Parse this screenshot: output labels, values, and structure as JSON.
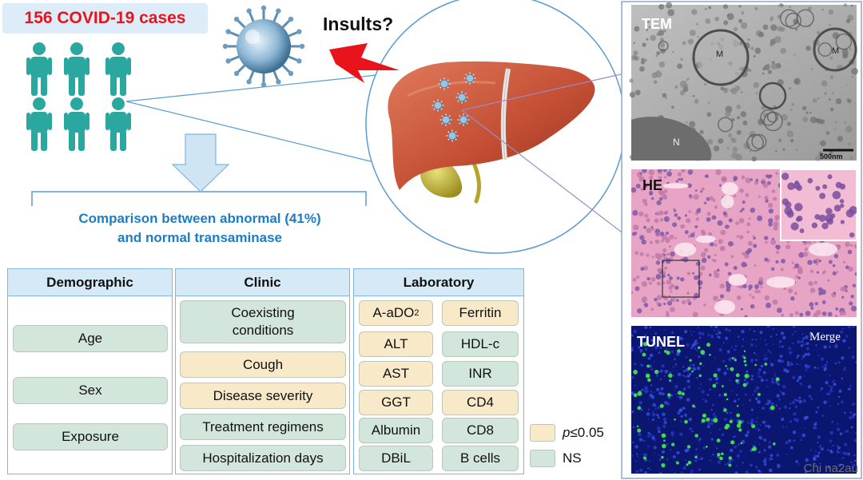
{
  "header": {
    "title": "156 COVID-19 cases",
    "question": "Insults?"
  },
  "comparison": {
    "line1": "Comparison between abnormal (41%)",
    "line2": "and normal transaminase"
  },
  "panels": {
    "demographic": {
      "title": "Demographic",
      "items": [
        {
          "label": "Age",
          "status": "ns"
        },
        {
          "label": "Sex",
          "status": "ns"
        },
        {
          "label": "Exposure",
          "status": "ns"
        }
      ]
    },
    "clinic": {
      "title": "Clinic",
      "items": [
        {
          "label": "Coexisting conditions",
          "status": "ns"
        },
        {
          "label": "Cough",
          "status": "sig"
        },
        {
          "label": "Disease severity",
          "status": "sig"
        },
        {
          "label": "Treatment regimens",
          "status": "ns"
        },
        {
          "label": "Hospitalization days",
          "status": "ns"
        }
      ]
    },
    "laboratory": {
      "title": "Laboratory",
      "left": [
        {
          "label": "A-aDO",
          "sub": "2",
          "status": "sig"
        },
        {
          "label": "ALT",
          "status": "sig"
        },
        {
          "label": "AST",
          "status": "sig"
        },
        {
          "label": "GGT",
          "status": "sig"
        },
        {
          "label": "Albumin",
          "status": "ns"
        },
        {
          "label": "DBiL",
          "status": "ns"
        }
      ],
      "right": [
        {
          "label": "Ferritin",
          "status": "sig"
        },
        {
          "label": "HDL-c",
          "status": "ns"
        },
        {
          "label": "INR",
          "status": "ns"
        },
        {
          "label": "CD4",
          "status": "sig"
        },
        {
          "label": "CD8",
          "status": "ns"
        },
        {
          "label": "B cells",
          "status": "ns"
        }
      ]
    }
  },
  "legend": {
    "sig_label": "≤0.05",
    "sig_symbol": "p",
    "ns_label": "NS"
  },
  "micrographs": {
    "tem": {
      "label": "TEM",
      "marks": [
        "M",
        "M",
        "N"
      ],
      "scale": "500nm"
    },
    "he": {
      "label": "HE"
    },
    "tunel": {
      "label": "TUNEL",
      "merge": "Merge"
    }
  },
  "watermark": "Chi na2au",
  "colors": {
    "title_red": "#e8131b",
    "accent_blue": "#1c7cc4",
    "person_teal": "#2aa8a0",
    "significant_fill": "#f8e9c8",
    "ns_fill": "#d3e6dc",
    "panel_border": "#7fb6dc",
    "liver": "#c44f34",
    "he_pink": "#e7a4c4",
    "tunel_blue": "#0b1670",
    "tunel_green": "#3fe54a"
  }
}
